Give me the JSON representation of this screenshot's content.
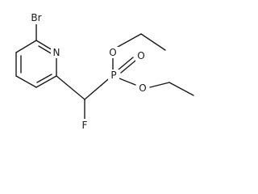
{
  "molecule": {
    "atoms": {
      "br": "Br",
      "n": "N",
      "f": "F",
      "p": "P",
      "o_double": "O",
      "o_upper": "O",
      "o_lower": "O"
    }
  }
}
